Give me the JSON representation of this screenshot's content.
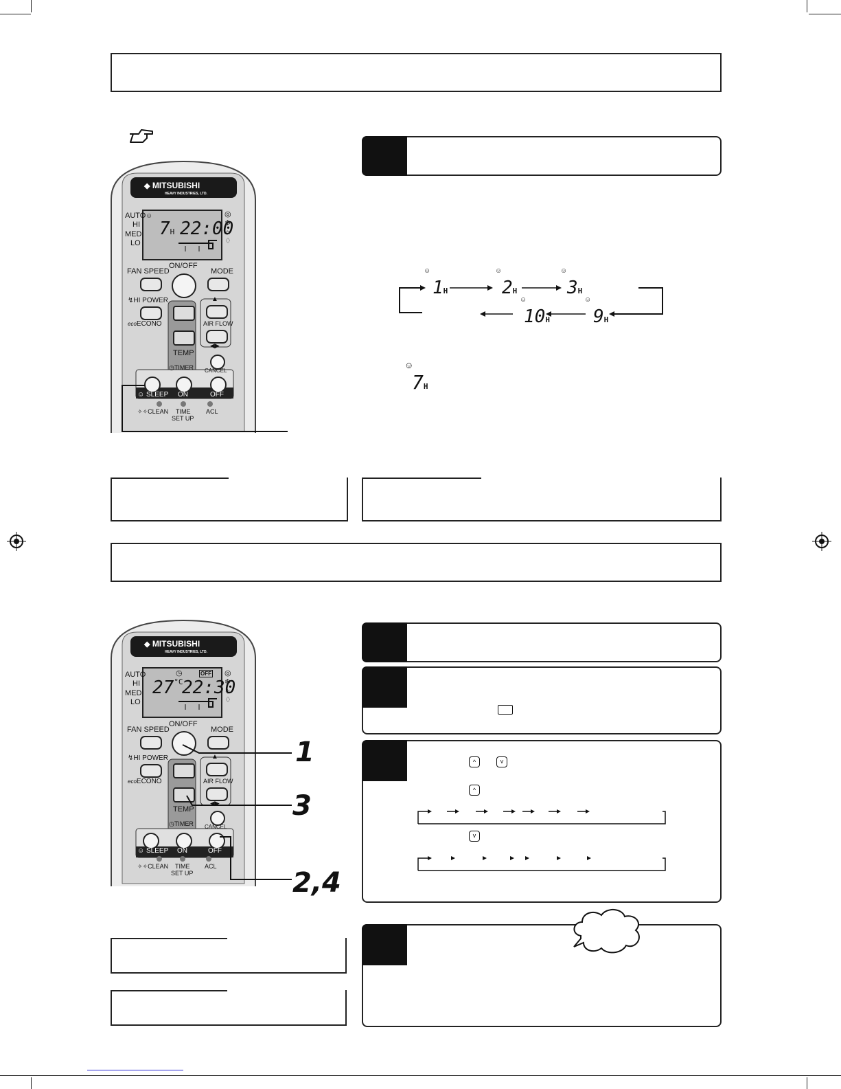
{
  "remote_top": {
    "brand": "MITSUBISHI",
    "brand_sub": "HEAVY INDUSTRIES, LTD.",
    "fan_levels": [
      "AUTO",
      "HI",
      "MED",
      "LO"
    ],
    "lcd_hours": "7",
    "lcd_h": "H",
    "lcd_time": "22:00",
    "btn_fan_speed": "FAN SPEED",
    "btn_on_off": "ON/OFF",
    "btn_mode": "MODE",
    "btn_hi_power": "HI POWER",
    "btn_econo": "ECONO",
    "eco_label": "eco",
    "btn_air_flow": "AIR FLOW",
    "btn_temp": "TEMP",
    "btn_timer": "TIMER",
    "btn_cancel": "CANCEL",
    "btn_sleep": "SLEEP",
    "btn_on": "ON",
    "btn_off": "OFF",
    "btn_clean": "CLEAN",
    "btn_time_setup_1": "TIME",
    "btn_time_setup_2": "SET UP",
    "btn_acl": "ACL"
  },
  "sleep_cycle": {
    "h": "H",
    "forward": [
      "1",
      "2",
      "3"
    ],
    "backward": [
      "10",
      "9"
    ],
    "example": "7"
  },
  "remote_bottom": {
    "lcd_temp": "27",
    "lcd_deg": "°C",
    "lcd_time": "22:30",
    "lcd_off_badge": "OFF",
    "leader_labels": [
      "1",
      "3",
      "2,4"
    ]
  },
  "icons": {
    "pointer": "pointing-hand-icon",
    "up": "temp-up-icon",
    "down": "temp-down-icon",
    "off_badge": "off-timer-badge-icon"
  }
}
